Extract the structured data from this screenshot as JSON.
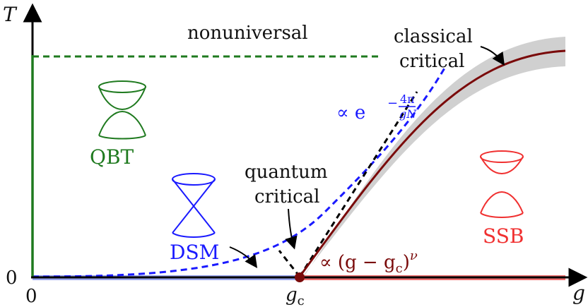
{
  "axes": {
    "x_label": "g",
    "y_label": "T",
    "x_tick_0": "0",
    "y_tick_0": "0",
    "critical_point": {
      "symbol": "g",
      "subscript": "c"
    }
  },
  "regions": {
    "nonuniversal": "nonuniversal",
    "classical_critical": [
      "classical",
      "critical"
    ],
    "quantum_critical": [
      "quantum",
      "critical"
    ],
    "qbt": "QBT",
    "dsm": "DSM",
    "ssb": "SSB"
  },
  "formulas": {
    "exp_scaling": {
      "prefix": "∝ e",
      "exponent": "−",
      "numerator": "4π",
      "denominator": "gN"
    },
    "power_law": {
      "text": "∝ (g − g",
      "subscript": "c",
      "close": ")",
      "power": "ν"
    }
  },
  "colors": {
    "axis": "#000000",
    "qbt_green": "#1f7a1f",
    "dsm_blue": "#1a1aff",
    "ssb_red": "#f03030",
    "critical_line": "#7a0a0a",
    "band_gray": "#d0d0d0",
    "blue_segment": "#9aa6ee",
    "red_segment": "#f07070"
  },
  "icons": {
    "qbt": "quadratic-band-touching-icon",
    "dsm": "dirac-cone-icon",
    "ssb": "gapped-bands-icon"
  }
}
